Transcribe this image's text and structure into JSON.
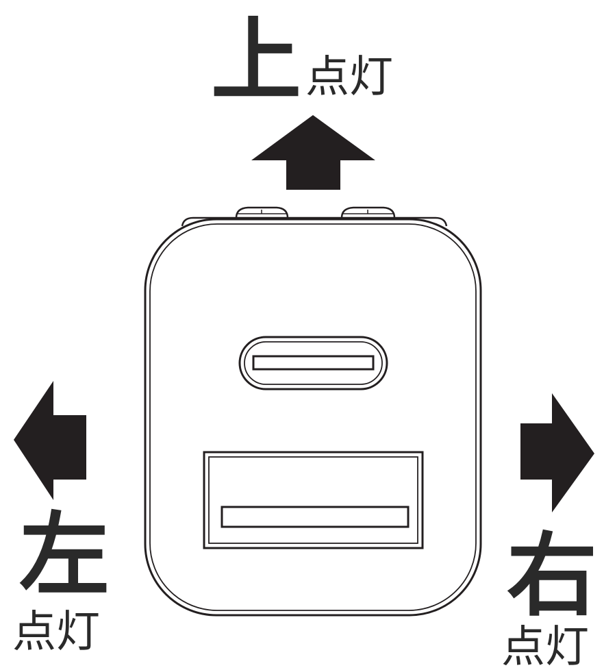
{
  "directions": {
    "up": {
      "char": "上",
      "label": "点灯"
    },
    "left": {
      "char": "左",
      "label": "点灯"
    },
    "right": {
      "char": "右",
      "label": "点灯"
    }
  },
  "colors": {
    "arrow": "#231f20",
    "text": "#2a2a2a",
    "outline": "#231f20",
    "background": "#ffffff"
  },
  "icons": {
    "up": "arrow-up-icon",
    "left": "arrow-left-icon",
    "right": "arrow-right-icon",
    "device": "charger-icon",
    "usb_c": "usb-c-port-icon",
    "usb_a": "usb-a-port-icon"
  }
}
